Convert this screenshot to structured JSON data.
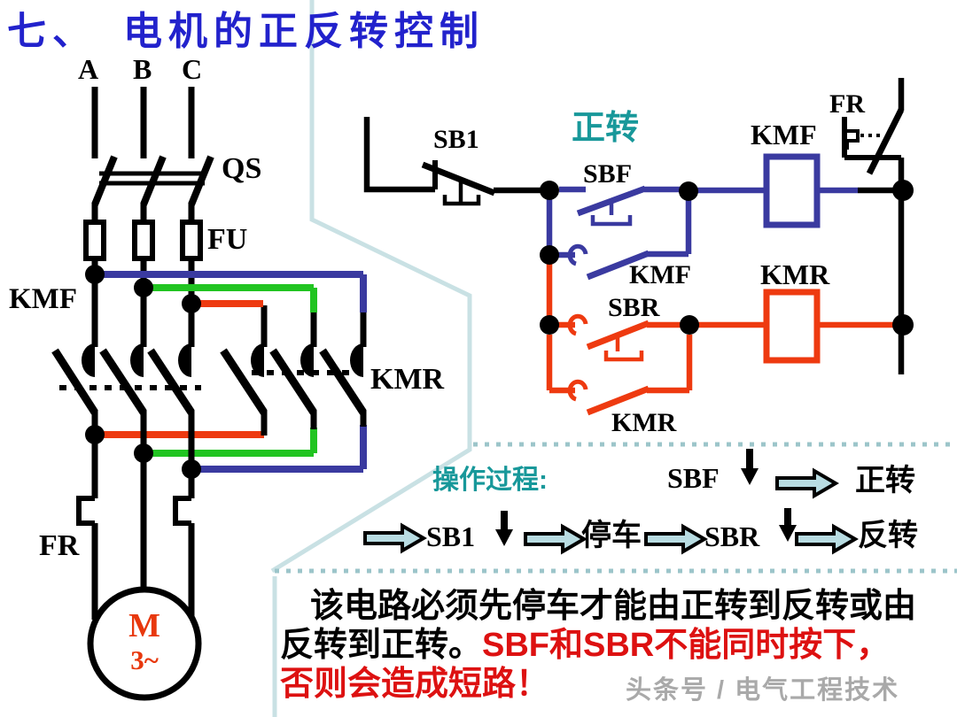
{
  "title": "七、　电机的正反转控制",
  "power": {
    "phases": [
      "A",
      "B",
      "C"
    ],
    "qs": "QS",
    "fu": "FU",
    "kmf": "KMF",
    "kmr": "KMR",
    "fr": "FR",
    "motor": "M",
    "motor_type": "3~"
  },
  "control": {
    "sb1": "SB1",
    "forward_caption": "正转",
    "sbf": "SBF",
    "kmf_coil": "KMF",
    "fr": "FR",
    "kmf_aux": "KMF",
    "sbr": "SBR",
    "kmr_coil": "KMR",
    "kmr_aux": "KMR"
  },
  "operation": {
    "heading": "操作过程:",
    "row1_button": "SBF",
    "row1_result": "正转",
    "row2_button1": "SB1",
    "row2_result1": "停车",
    "row2_button2": "SBR",
    "row2_result2": "反转"
  },
  "note": {
    "line1": "该电路必须先停车才能由正转到反转或由",
    "line2_black": "反转到正转。",
    "line2_red": "SBF和SBR不能同时按下，",
    "line3_red": "否则会造成短路！"
  },
  "watermark": "头条号 / 电气工程技术",
  "colors": {
    "title_blue": "#2222cc",
    "teal": "#18989a",
    "wire_blue": "#3a3aa0",
    "wire_green": "#21c421",
    "wire_red": "#ee3a10",
    "warning_red": "#dd1111",
    "callout_blue": "#c9e1e4",
    "dotted_teal": "#9cc5ca",
    "arrow_fill": "#b8dce2",
    "watermark_gray": "#a9a9a9"
  }
}
